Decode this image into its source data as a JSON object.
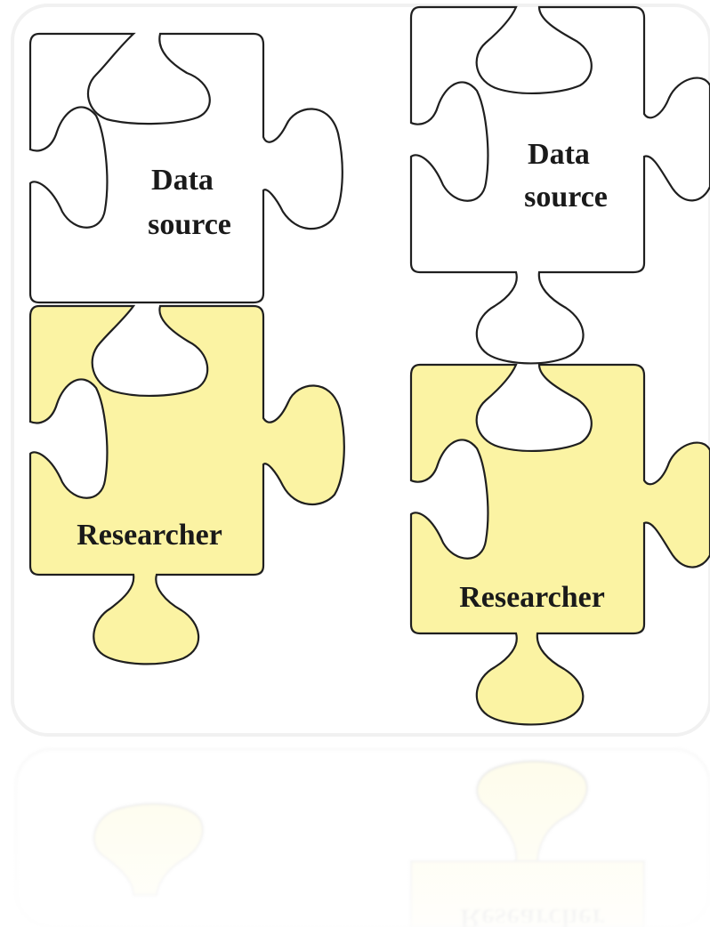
{
  "pieces": [
    {
      "id": "left-data-source",
      "label_lines": [
        "Data",
        "source"
      ]
    },
    {
      "id": "left-researcher",
      "label_lines": [
        "Researcher"
      ]
    },
    {
      "id": "right-data-source",
      "label_lines": [
        "Data",
        "source"
      ]
    },
    {
      "id": "right-researcher",
      "label_lines": [
        "Researcher"
      ]
    }
  ],
  "colors": {
    "data_source_fill": "#ffffff",
    "researcher_fill": "#fbf3a3",
    "outline": "#1f1f1f"
  }
}
